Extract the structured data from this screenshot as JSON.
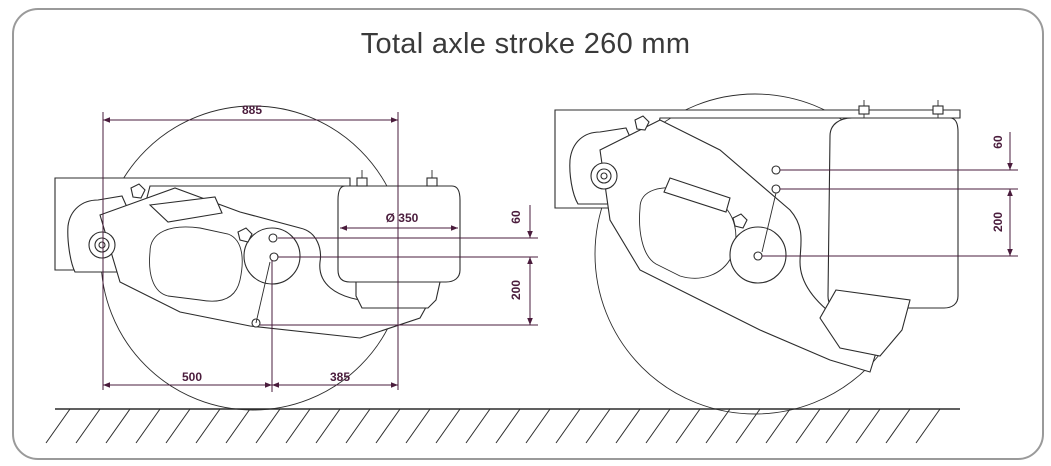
{
  "title": "Total axle stroke 260 mm",
  "dimensions": {
    "overall_length": "885",
    "bellow_diameter": "Ø 350",
    "pivot_to_axle": "500",
    "axle_to_bellow": "385",
    "left_offset_small": "60",
    "left_offset_large": "200",
    "right_offset_small": "60",
    "right_offset_large": "200"
  },
  "colors": {
    "dimension": "#4a1c3c",
    "line": "#2c2c2c",
    "frame": "#9a9a9a"
  }
}
